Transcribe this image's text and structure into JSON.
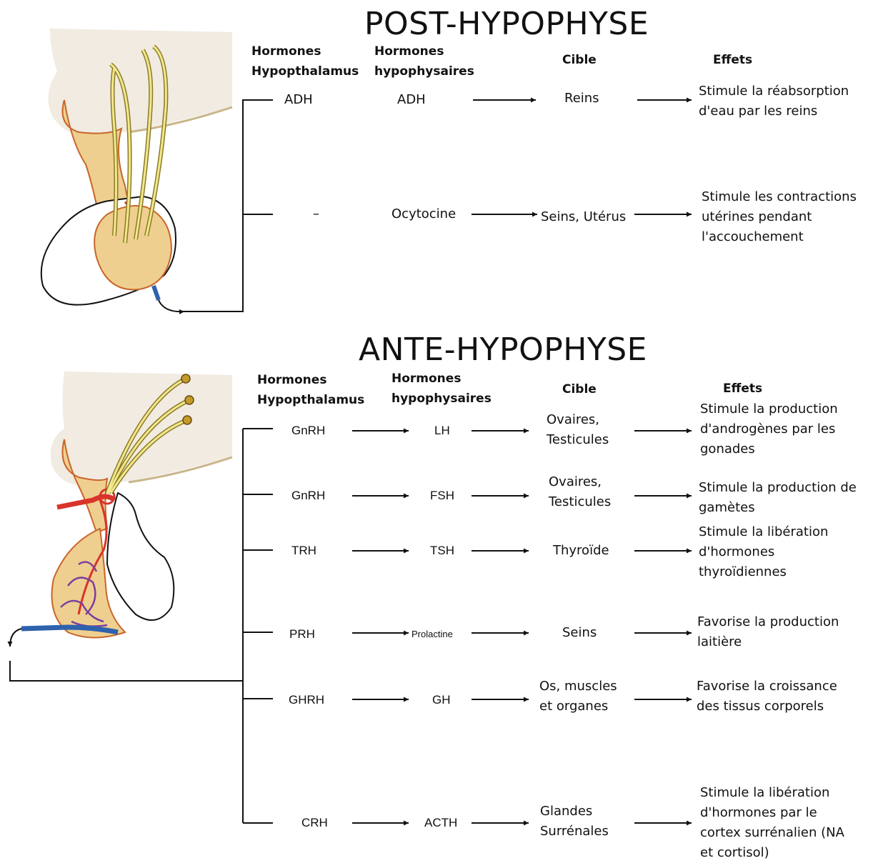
{
  "post": {
    "title": "POST-HYPOPHYSE",
    "headers": {
      "hypothalamus": [
        "Hormones",
        "Hypopthalamus"
      ],
      "hypophysaires": [
        "Hormones",
        "hypophysaires"
      ],
      "cible": "Cible",
      "effets": "Effets"
    },
    "rows": [
      {
        "hypo": "ADH",
        "pit": "ADH",
        "target": [
          "Reins"
        ],
        "effect": [
          "Stimule la réabsorption",
          "d'eau par les reins"
        ]
      },
      {
        "hypo": "–",
        "pit": "Ocytocine",
        "target": [
          "Seins, Utérus"
        ],
        "effect": [
          "Stimule les contractions",
          "utérines pendant",
          "l'accouchement"
        ]
      }
    ]
  },
  "ante": {
    "title": "ANTE-HYPOPHYSE",
    "headers": {
      "hypothalamus": [
        "Hormones",
        "Hypopthalamus"
      ],
      "hypophysaires": [
        "Hormones",
        "hypophysaires"
      ],
      "cible": "Cible",
      "effets": "Effets"
    },
    "rows": [
      {
        "hypo": "GnRH",
        "pit": "LH",
        "target": [
          "Ovaires,",
          "Testicules"
        ],
        "effect": [
          "Stimule la production",
          "d'androgènes par les",
          "gonades"
        ]
      },
      {
        "hypo": "GnRH",
        "pit": "FSH",
        "target": [
          "Ovaires,",
          "Testicules"
        ],
        "effect": [
          "Stimule la production de",
          "gamètes"
        ]
      },
      {
        "hypo": "TRH",
        "pit": "TSH",
        "target": [
          "Thyroïde"
        ],
        "effect": [
          "Stimule la libération",
          "d'hormones",
          "thyroïdiennes"
        ]
      },
      {
        "hypo": "PRH",
        "pit": "Prolactine",
        "target": [
          "Seins"
        ],
        "effect": [
          "Favorise la production",
          "laitière"
        ]
      },
      {
        "hypo": "GHRH",
        "pit": "GH",
        "target": [
          "Os, muscles",
          "et organes"
        ],
        "effect": [
          "Favorise la croissance",
          "des tissus corporels"
        ]
      },
      {
        "hypo": "CRH",
        "pit": "ACTH",
        "target": [
          "Glandes",
          "Surrénales"
        ],
        "effect": [
          "Stimule la libération",
          "d'hormones par le",
          "cortex surrénalien (NA",
          "et cortisol)"
        ]
      }
    ]
  },
  "colors": {
    "tissue": "#f1ebe1",
    "gland": "#efcf8f",
    "gland_edge": "#c8652a",
    "artery": "#d9342b",
    "vein": "#2f62ad",
    "capillary": "#7b3fa0",
    "axon": "#f3e88a"
  }
}
